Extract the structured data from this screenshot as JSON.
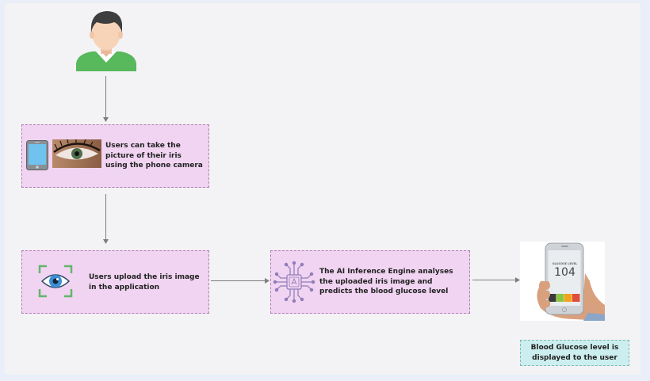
{
  "steps": {
    "capture": {
      "text": "Users can take the picture of their iris using the phone camera"
    },
    "upload": {
      "text": "Users upload the iris image in the application"
    },
    "inference": {
      "text": "The AI Inference Engine analyses the uploaded iris image and predicts the blood glucose level"
    }
  },
  "phone_screen": {
    "label": "GLUCOSE LEVEL",
    "reading": "104"
  },
  "result": {
    "text": "Blood Glucose level is displayed to the user"
  },
  "icons": [
    "user-icon",
    "tablet-icon",
    "iris-photo",
    "eye-scan-icon",
    "ai-chip-icon",
    "hand-phone-image"
  ],
  "colors": {
    "step_box": "#f0d4f1",
    "result_box": "#cdeeee",
    "user_shirt": "#57b85c"
  }
}
